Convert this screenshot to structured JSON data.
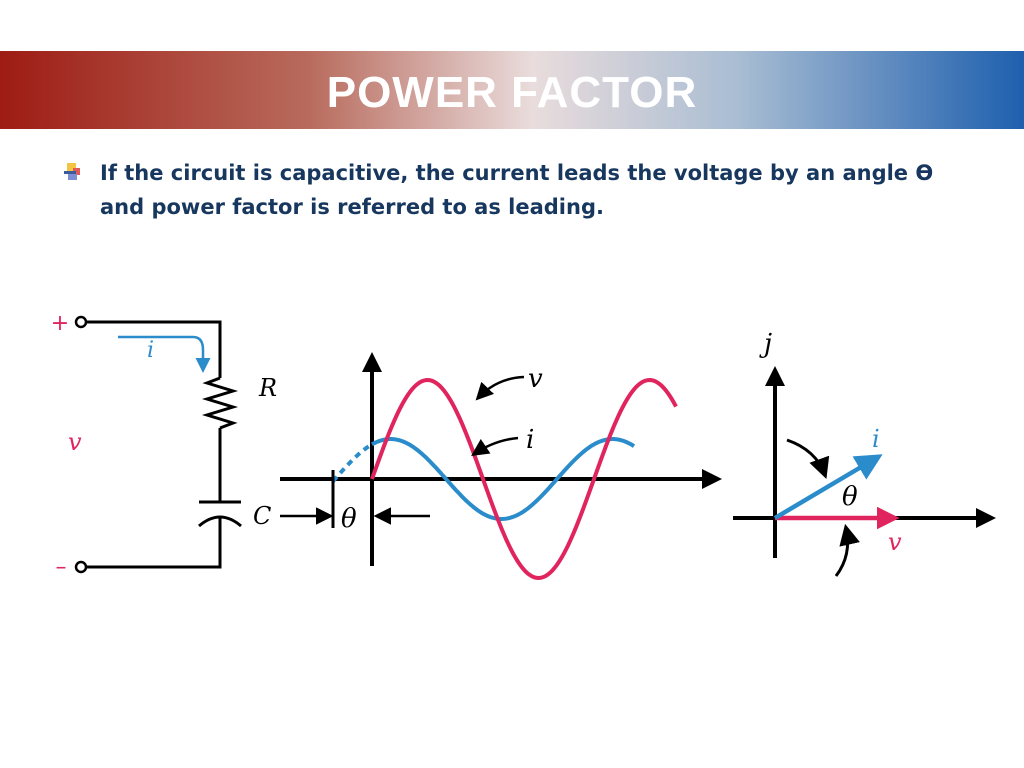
{
  "slide": {
    "title": "POWER FACTOR",
    "bullet_text": "If the circuit is capacitive, the current leads the voltage by an angle Ɵ and power factor is referred to as leading."
  },
  "circuit": {
    "plus": "+",
    "minus": "–",
    "current": "i",
    "voltage": "v",
    "resistor": "R",
    "capacitor": "C"
  },
  "waveform": {
    "voltage": "v",
    "current": "i",
    "angle": "θ"
  },
  "phasor": {
    "imag_axis": "j",
    "current": "i",
    "voltage": "v",
    "angle": "θ"
  },
  "colors": {
    "title_left": "#9e1c14",
    "title_right": "#1e5fae",
    "text": "#17375e",
    "voltage_red": "#e0245e",
    "current_blue": "#2b8ccb"
  }
}
